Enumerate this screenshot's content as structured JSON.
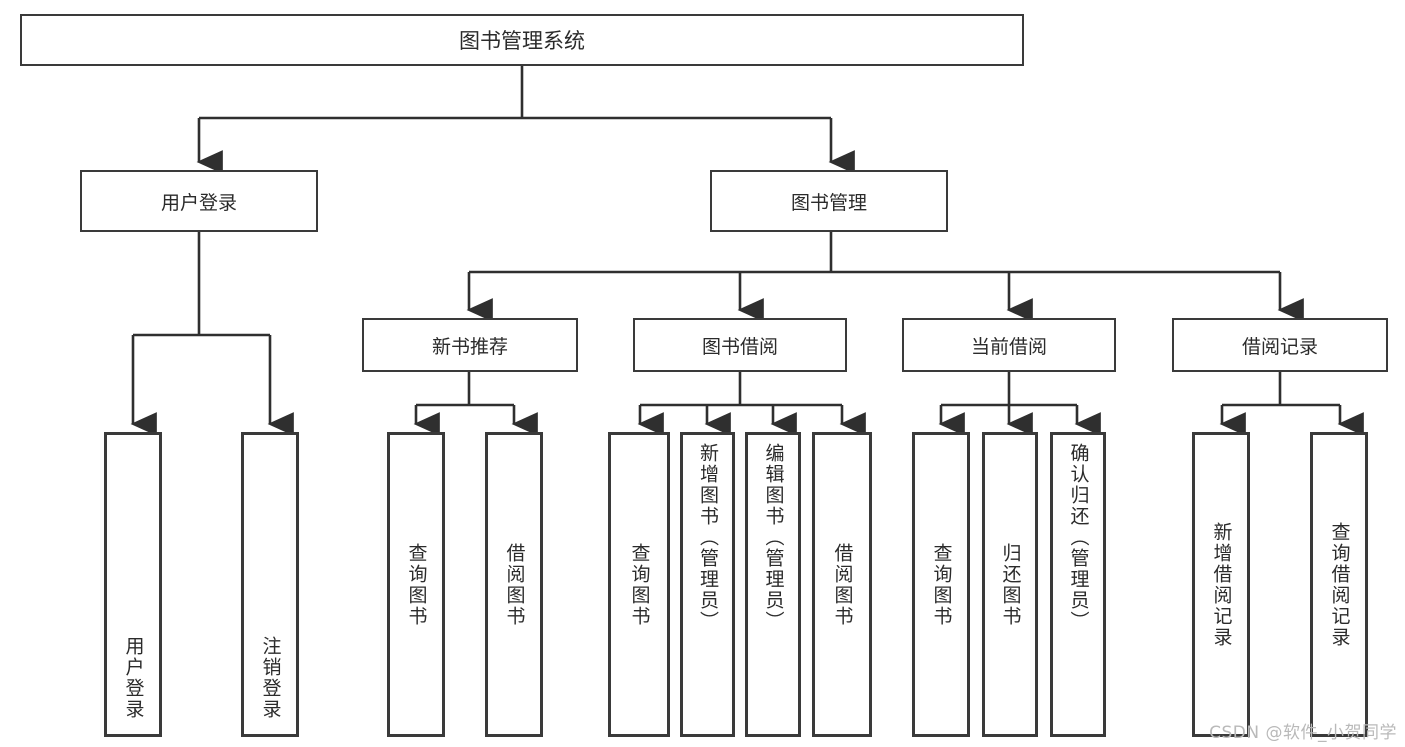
{
  "diagram": {
    "type": "tree",
    "title": "图书管理系统",
    "orientation": "top-down",
    "levels": 4,
    "root": {
      "label": "图书管理系统",
      "children": [
        {
          "label": "用户登录",
          "children": [
            {
              "label": "用户登录"
            },
            {
              "label": "注销登录"
            }
          ]
        },
        {
          "label": "图书管理",
          "children": [
            {
              "label": "新书推荐",
              "children": [
                {
                  "label": "查询图书"
                },
                {
                  "label": "借阅图书"
                }
              ]
            },
            {
              "label": "图书借阅",
              "children": [
                {
                  "label": "查询图书"
                },
                {
                  "label": "新增图书（管理员）"
                },
                {
                  "label": "编辑图书（管理员）"
                },
                {
                  "label": "借阅图书"
                }
              ]
            },
            {
              "label": "当前借阅",
              "children": [
                {
                  "label": "查询图书"
                },
                {
                  "label": "归还图书"
                },
                {
                  "label": "确认归还（管理员）"
                }
              ]
            },
            {
              "label": "借阅记录",
              "children": [
                {
                  "label": "新增借阅记录"
                },
                {
                  "label": "查询借阅记录"
                }
              ]
            }
          ]
        }
      ]
    }
  },
  "nodes": {
    "root": "图书管理系统",
    "user_login": "用户登录",
    "book_manage": "图书管理",
    "new_book_rec": "新书推荐",
    "book_borrow": "图书借阅",
    "current_borrow": "当前借阅",
    "borrow_record": "借阅记录",
    "leaf_user_login": "用户登录",
    "leaf_logout": "注销登录",
    "leaf_query_book_a": "查询图书",
    "leaf_borrow_book_a": "借阅图书",
    "leaf_query_book_b": "查询图书",
    "leaf_add_book": "新增图书（管理员）",
    "leaf_edit_book": "编辑图书（管理员）",
    "leaf_borrow_book_b": "借阅图书",
    "leaf_query_book_c": "查询图书",
    "leaf_return_book": "归还图书",
    "leaf_confirm_return": "确认归还（管理员）",
    "leaf_add_record": "新增借阅记录",
    "leaf_query_record": "查询借阅记录"
  },
  "watermark": "CSDN @软件_小贺同学",
  "colors": {
    "box_border": "#3a3a3a",
    "connector": "#2f2f2f",
    "text": "#2b2b2b",
    "background": "#ffffff",
    "watermark": "#b9b9b9"
  }
}
